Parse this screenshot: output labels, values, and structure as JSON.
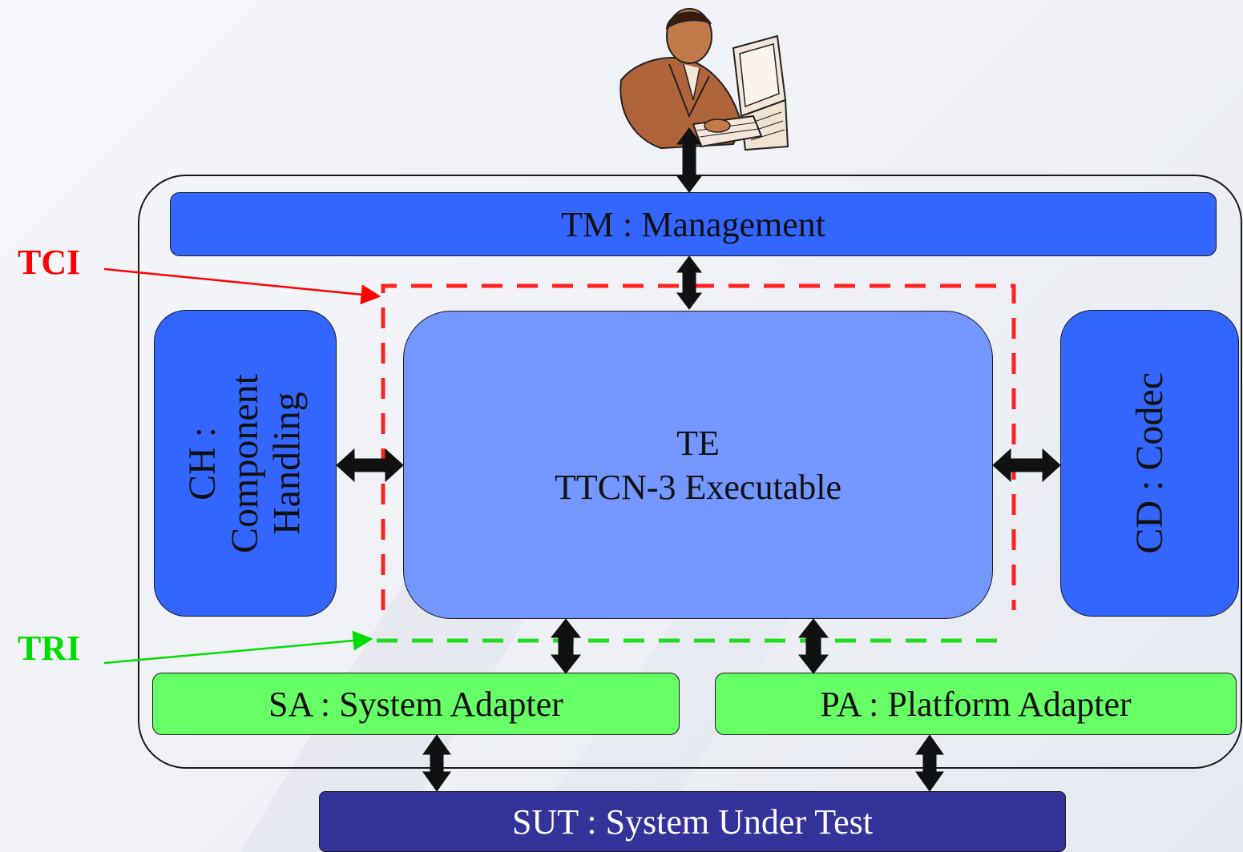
{
  "blocks": {
    "tm": "TM : Management",
    "te_line1": "TE",
    "te_line2": "TTCN-3 Executable",
    "ch_line1": "CH :",
    "ch_line2": "Component",
    "ch_line3": "Handling",
    "cd": "CD : Codec",
    "sa": "SA : System Adapter",
    "pa": "PA : Platform Adapter",
    "sut": "SUT : System Under Test"
  },
  "interfaces": {
    "tci": "TCI",
    "tri": "TRI"
  },
  "colors": {
    "blue_block": "#3366ff",
    "te_block": "#7496ff",
    "adapter_block": "#66ff66",
    "sut_block": "#333399",
    "tci": "#ff0000",
    "tri": "#00dd00"
  },
  "icons": {
    "user": "user-at-computer-icon"
  }
}
